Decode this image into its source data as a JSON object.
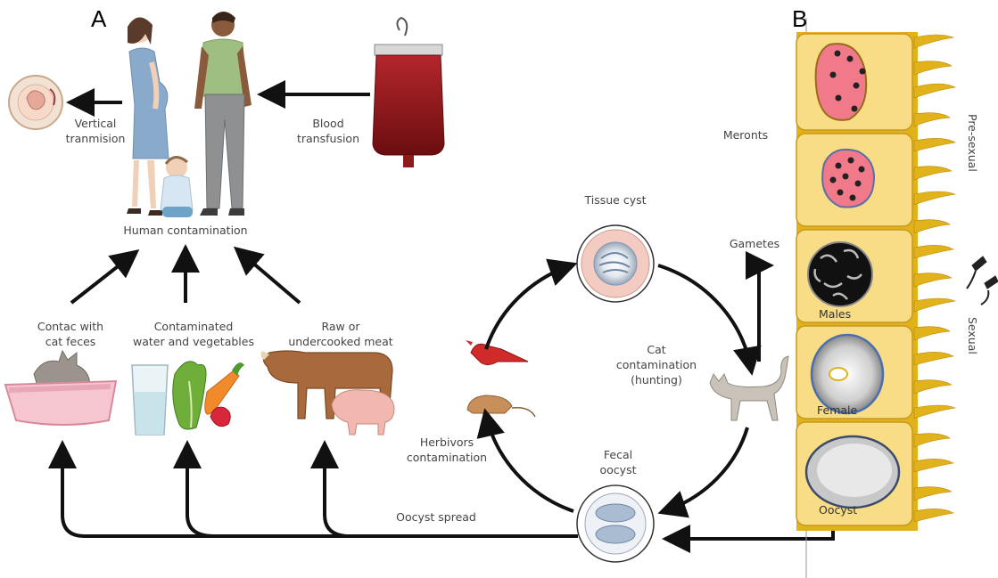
{
  "panels": {
    "a": "A",
    "b": "B"
  },
  "labels": {
    "vertical_transmission": "Vertical\ntranmision",
    "blood_transfusion": "Blood\ntransfusion",
    "human_contamination": "Human contamination",
    "cat_feces": "Contac with\ncat feces",
    "water_vegetables": "Contaminated\nwater and vegetables",
    "raw_meat": "Raw or\nundercooked meat",
    "tissue_cyst": "Tissue cyst",
    "cat_contamination": "Cat\ncontamination\n(hunting)",
    "herbivors": "Herbivors\ncontamination",
    "fecal_oocyst": "Fecal\noocyst",
    "oocyst_spread": "Oocyst spread",
    "meronts": "Meronts",
    "gametes": "Gametes"
  },
  "panel_b": {
    "pre_sexual": "Pre-sexual",
    "sexual": "Sexual",
    "males": "Males",
    "female": "Female",
    "oocyst": "Oocyst"
  },
  "colors": {
    "arrow": "#111111",
    "epithelium": "#e2b21a",
    "cell_fill": "#f8dc86",
    "meront": "#f07a8a",
    "blood": "#8b1a1a",
    "cyst_pink": "#f3cbc0",
    "oocyst_blue": "#7f98b8"
  }
}
